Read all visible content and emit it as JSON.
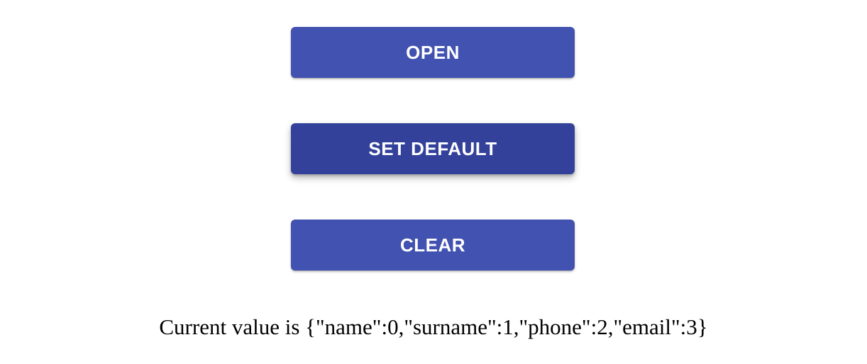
{
  "buttons": {
    "open_label": "OPEN",
    "set_default_label": "SET DEFAULT",
    "clear_label": "CLEAR"
  },
  "colors": {
    "primary": "#4152b0",
    "primary_active": "#33419a",
    "button_text": "#ffffff"
  },
  "status": {
    "prefix": "Current value is",
    "value": "{\"name\":0,\"surname\":1,\"phone\":2,\"email\":3}"
  }
}
